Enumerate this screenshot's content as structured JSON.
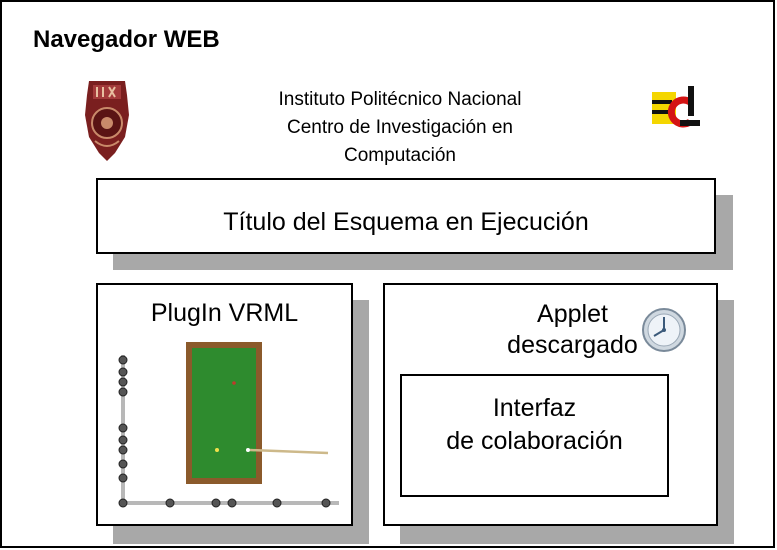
{
  "browser": {
    "title": "Navegador WEB"
  },
  "institution": {
    "line1": "Instituto Politécnico Nacional",
    "line2": "Centro de Investigación en",
    "line3": "Computación"
  },
  "title_box": {
    "text": "Título del Esquema en Ejecución"
  },
  "plugin": {
    "label": "PlugIn VRML"
  },
  "applet": {
    "line1": "Applet",
    "line2": "descargado"
  },
  "interfaz": {
    "line1": "Interfaz",
    "line2": "de colaboración"
  },
  "icons": [
    "ipn-logo",
    "cic-logo",
    "billiard-table-icon",
    "clock-icon"
  ],
  "colors": {
    "shadow": "#a8a8a8",
    "table_felt": "#2e8b2e",
    "table_rail": "#8b5a2b"
  }
}
